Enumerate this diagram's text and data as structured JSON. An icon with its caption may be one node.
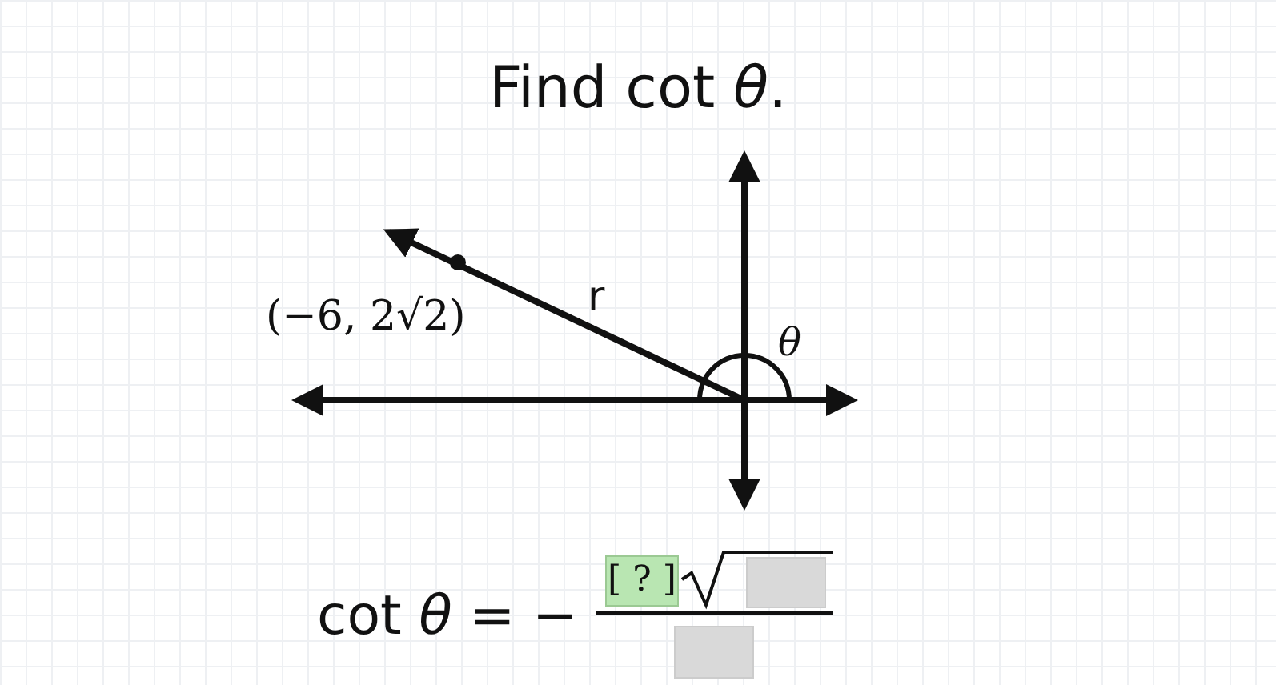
{
  "diagram": {
    "title": "Find cot *θ*.",
    "labels": [
      "(−6, 2√2)",
      "r",
      "*θ*",
      "cot *θ* = −",
      "[ ? ]"
    ]
  }
}
